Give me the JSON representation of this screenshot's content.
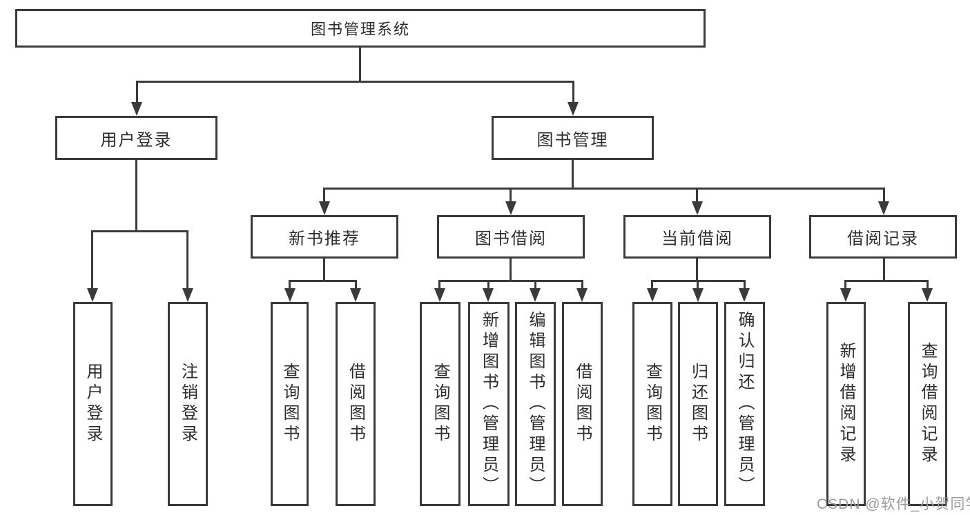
{
  "diagram": {
    "nodes": {
      "root": "图书管理系统",
      "user_login": "用户登录",
      "book_management": "图书管理",
      "new_book_recommend": "新书推荐",
      "book_borrow": "图书借阅",
      "current_borrow": "当前借阅",
      "borrow_records": "借阅记录",
      "leaf_user_login": "用户登录",
      "leaf_logout_login": "注销登录",
      "leaf_query_book_1": "查询图书",
      "leaf_borrow_book_1": "借阅图书",
      "leaf_query_book_2": "查询图书",
      "leaf_add_book_admin": "新增图书（管理员）",
      "leaf_edit_book_admin": "编辑图书（管理员）",
      "leaf_borrow_book_2": "借阅图书",
      "leaf_query_book_3": "查询图书",
      "leaf_return_book": "归还图书",
      "leaf_confirm_return_admin": "确认归还（管理员）",
      "leaf_add_borrow_record": "新增借阅记录",
      "leaf_query_borrow_record": "查询借阅记录"
    }
  },
  "watermark": {
    "text": "CSDN @软件_小贺同学"
  },
  "colors": {
    "line": "#3a3a3a",
    "text": "#2d2d2d",
    "watermark": "#9b9b9b",
    "background": "#ffffff"
  }
}
